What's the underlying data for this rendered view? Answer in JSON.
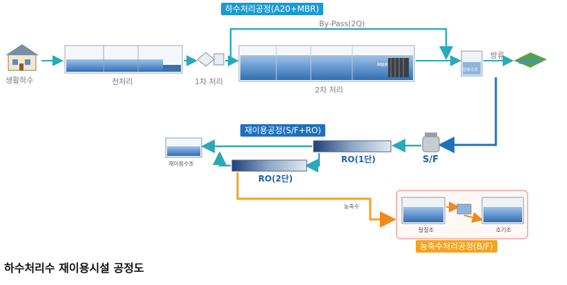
{
  "colors": {
    "flow_teal": "#2aa9b8",
    "flow_blue": "#1f6fbf",
    "flow_orange": "#f08a1c",
    "title_blue": "#1a9ad6",
    "title_orange": "#f5a21e",
    "tank_water": "#4a86c8"
  },
  "titles": {
    "a2o": "하수처리공정(A20+MBR)",
    "reuse": "재이용공정(S/F+RO)",
    "concentrate": "농축수처리공정(B/F)"
  },
  "labels": {
    "sewage": "생활하수",
    "pretreat": "전처리",
    "primary": "1차 처리",
    "secondary": "2차 처리",
    "bypass": "By-Pass(2Q)",
    "discharge": "방류",
    "sf": "S/F",
    "ro1": "RO(1단)",
    "ro2": "RO(2단)",
    "reuse_tank": "재이용수조",
    "concentrate_water": "농축수",
    "tank_a": "탈질조",
    "tank_b": "호기조",
    "discharge_tank": "방류수조",
    "mbr": "MBR"
  },
  "caption": "하수처리수 재이용시설 공정도"
}
